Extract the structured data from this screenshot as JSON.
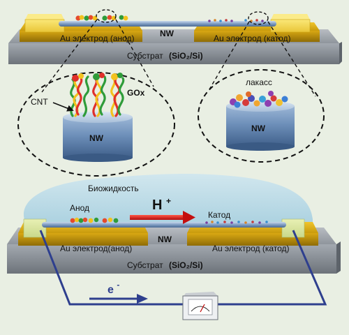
{
  "top": {
    "nanowire_label": "NW",
    "anode_electrode_label": "Au электрод (анод)",
    "cathode_electrode_label": "Au электрод (катод)",
    "substrate_label": "Субстрат",
    "substrate_formula": "(SiO₂/Si)"
  },
  "zoom_left": {
    "cnt_label": "CNT",
    "gox_label": "GOx",
    "nw_label": "NW"
  },
  "zoom_right": {
    "laccase_label": "лакасс",
    "nw_label": "NW"
  },
  "bottom": {
    "biofluid_label": "Биожидкость",
    "anode_label": "Анод",
    "cathode_label": "Катод",
    "proton_label": "H",
    "proton_charge": "+",
    "nanowire_label": "NW",
    "anode_electrode_label": "Au электрод(анод)",
    "cathode_electrode_label": "Au электрод (катод)",
    "substrate_label": "Субстрат",
    "substrate_formula": "(SiO₂/Si)",
    "electron_label": "e",
    "electron_charge": "-"
  },
  "colors": {
    "gold": "#d9a813",
    "gold_dark": "#9d7808",
    "substrate": "#9aa0a6",
    "wire": "#6f8fb6",
    "biofluid": "#b9d8e6",
    "arrow_red": "#d01414",
    "arrow_blue": "#2e3f8e"
  }
}
